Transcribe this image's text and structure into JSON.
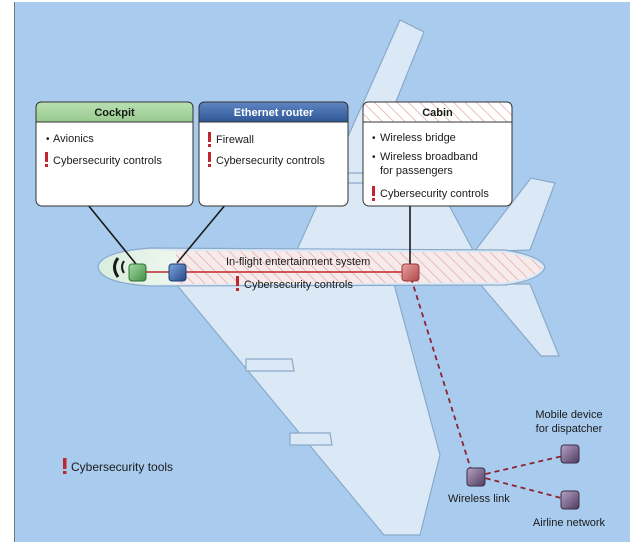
{
  "cockpit": {
    "title": "Cockpit",
    "items": [
      {
        "text": "Avionics",
        "alert": false
      },
      {
        "text": "Cybersecurity controls",
        "alert": true
      }
    ]
  },
  "router": {
    "title": "Ethernet router",
    "items": [
      {
        "text": "Firewall",
        "alert": true
      },
      {
        "text": "Cybersecurity controls",
        "alert": true
      }
    ]
  },
  "cabin": {
    "title": "Cabin",
    "items": [
      {
        "lines": [
          "Wireless bridge"
        ],
        "alert": false
      },
      {
        "lines": [
          "Wireless broadband",
          "for passengers"
        ],
        "alert": false
      },
      {
        "lines": [
          "Cybersecurity controls"
        ],
        "alert": true
      }
    ]
  },
  "ife": {
    "label": "In-flight entertainment system",
    "controls": "Cybersecurity controls"
  },
  "external": {
    "wireless_link": "Wireless link",
    "mobile_device": [
      "Mobile device",
      "for dispatcher"
    ],
    "airline_network": "Airline network"
  },
  "legend": {
    "label": "Cybersecurity tools"
  },
  "colors": {
    "sky": "#a9ccee",
    "aircraft": "#dbe9f7",
    "aircraft_outline": "#8aa9c8",
    "cockpit": "#a8d5a0",
    "router": "#3d68a8",
    "cabin_hatch": "#e0a0a0",
    "alert": "#c0262d",
    "device": "#6e5b7c"
  }
}
